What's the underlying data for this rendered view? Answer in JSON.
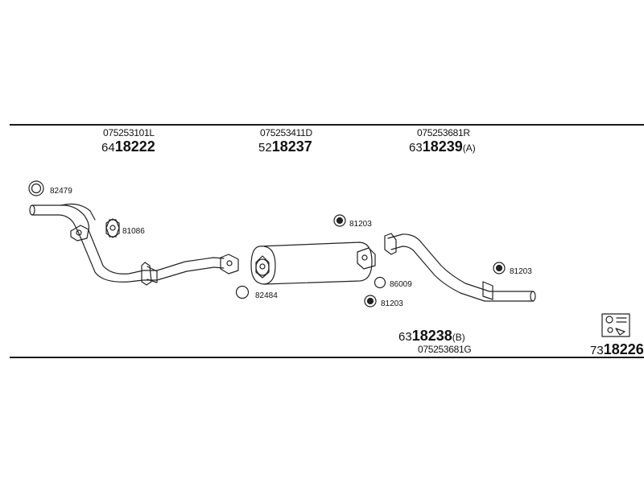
{
  "labels": {
    "oem_1": "075253101L",
    "part_1_prefix": "64",
    "part_1_main": "18222",
    "oem_2": "075253411D",
    "part_2_prefix": "52",
    "part_2_main": "18237",
    "oem_3": "075253681R",
    "part_3_prefix": "63",
    "part_3_main": "18239",
    "part_3_suffix": "(A)",
    "part_4_prefix": "63",
    "part_4_main": "18238",
    "part_4_suffix": "(B)",
    "oem_4": "075253681G",
    "part_5_prefix": "73",
    "part_5_main": "18226"
  },
  "components": {
    "c_82479": "82479",
    "c_81086": "81086",
    "c_82484": "82484",
    "c_81203_a": "81203",
    "c_86009": "86009",
    "c_81203_b": "81203",
    "c_81203_c": "81203"
  }
}
